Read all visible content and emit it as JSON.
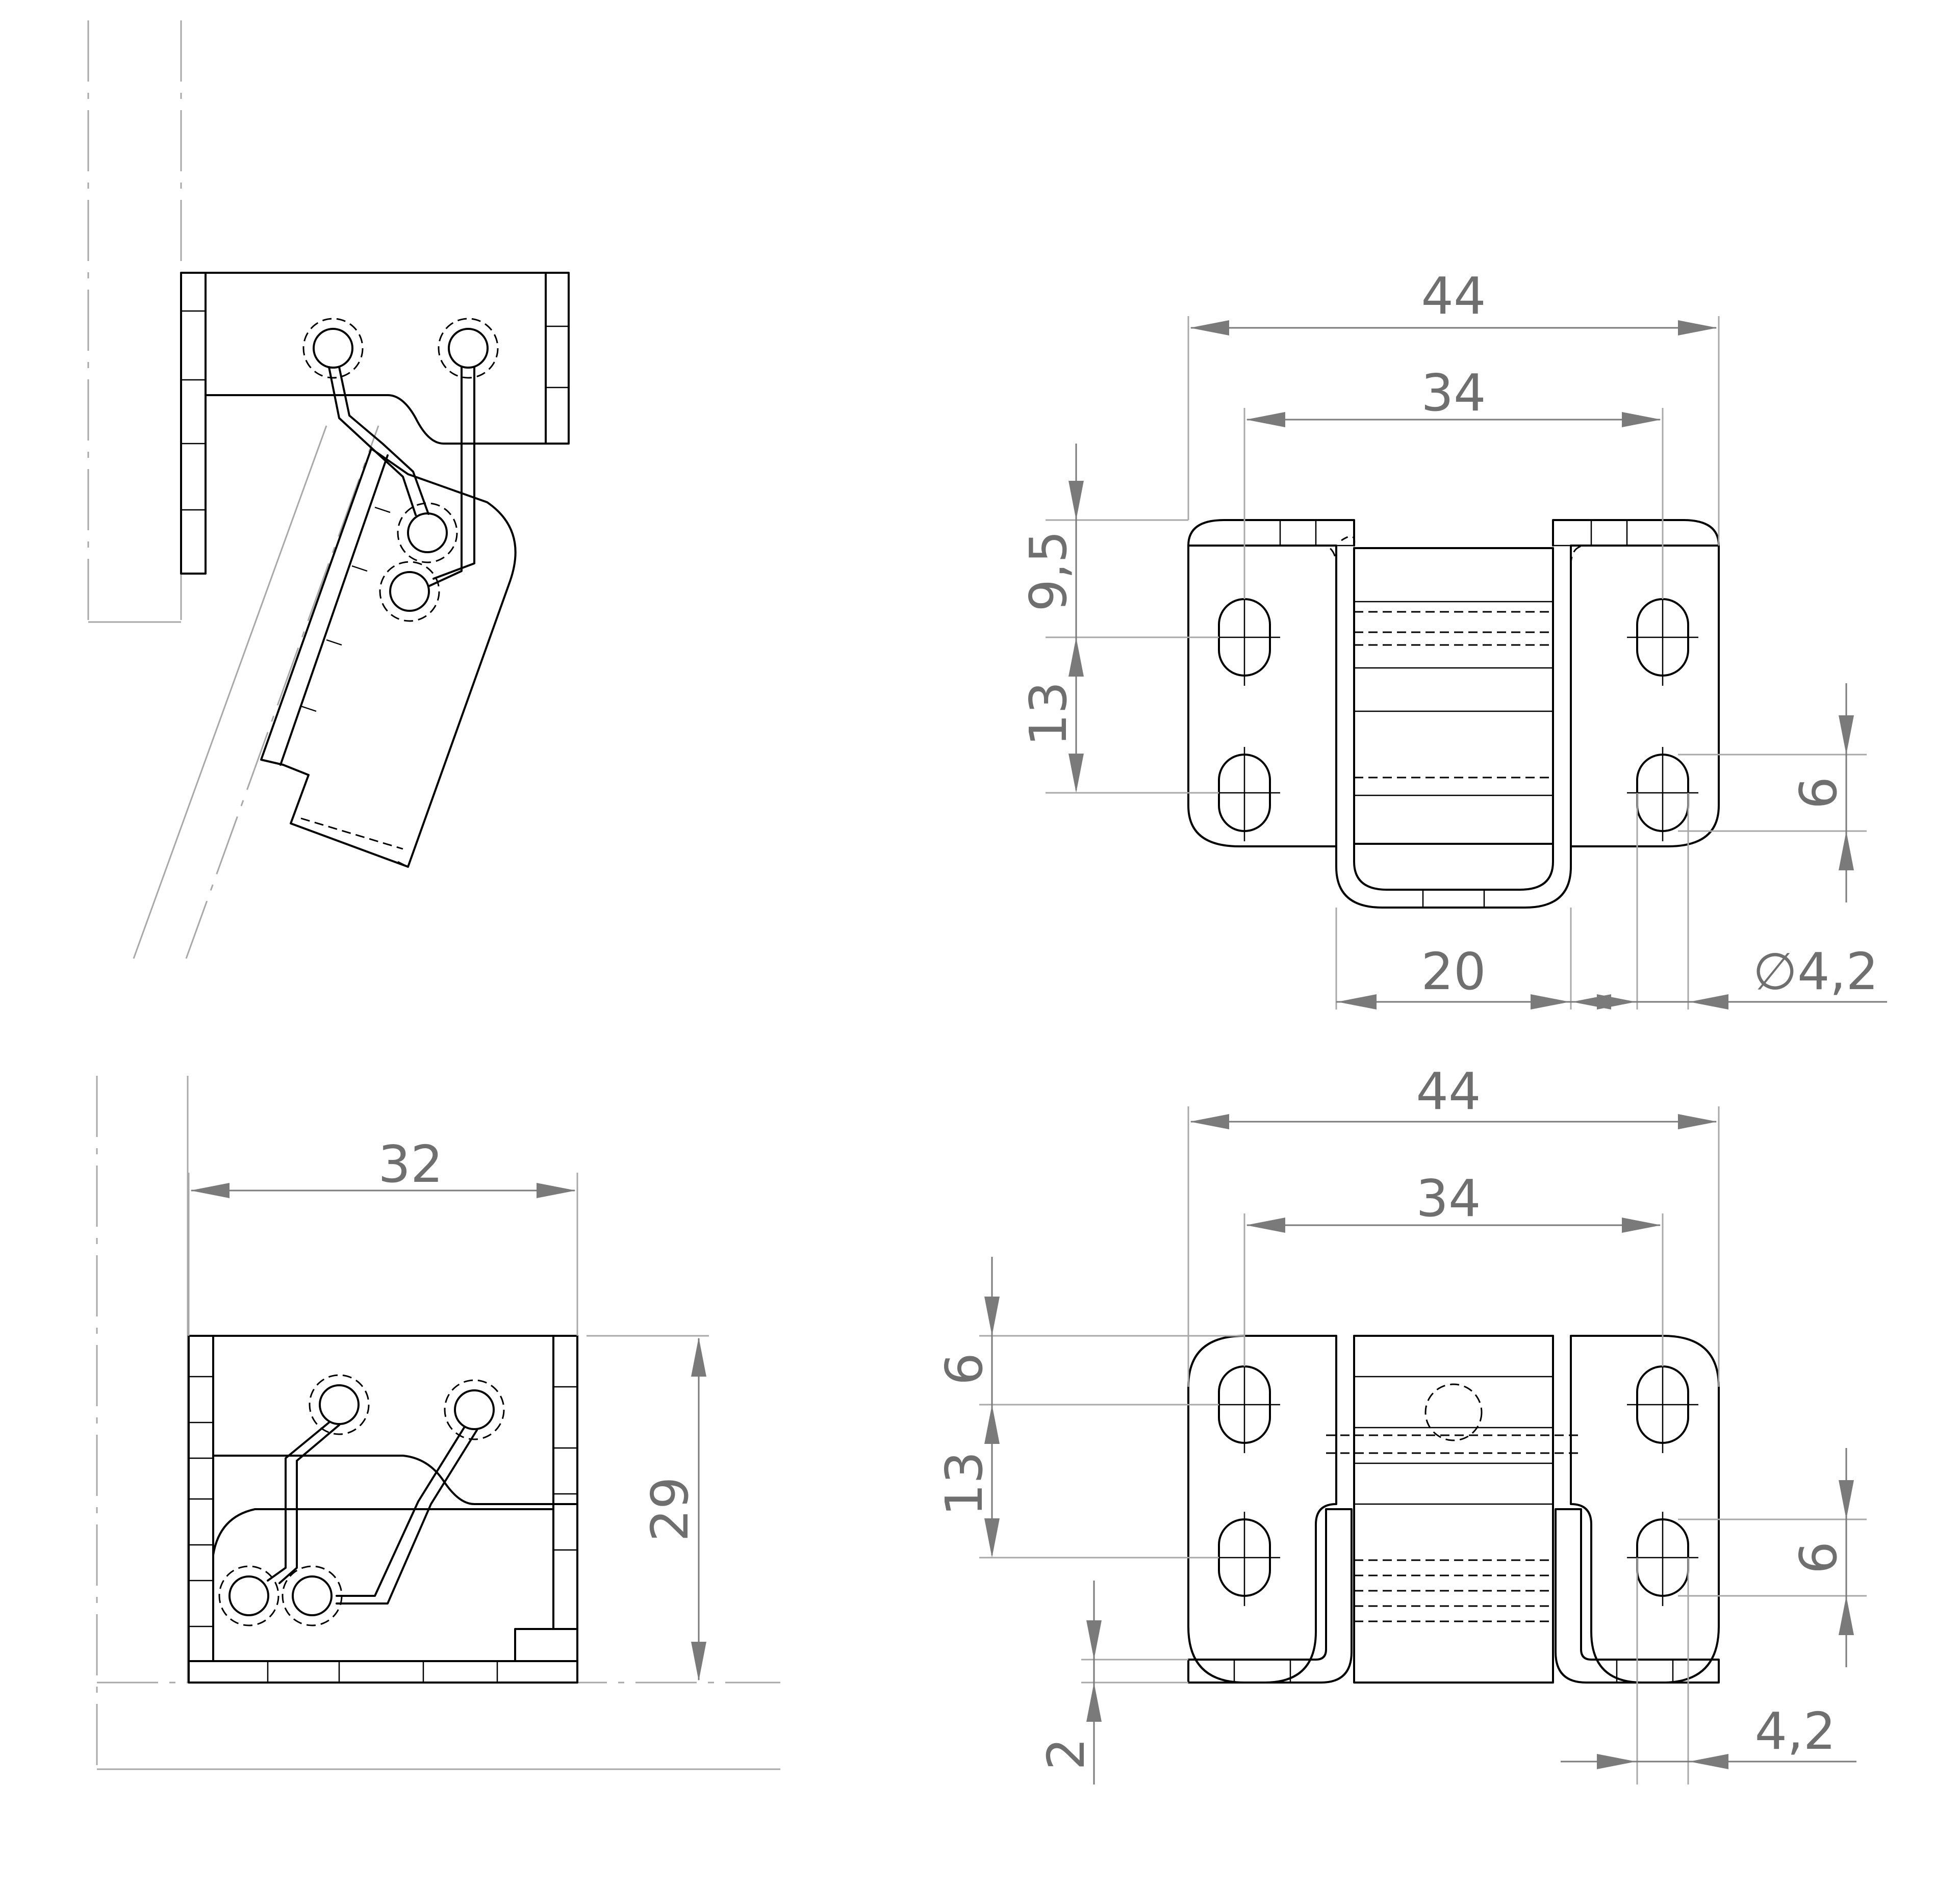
{
  "dimensions": {
    "top_right": {
      "width_overall": "44",
      "hole_spacing_x": "34",
      "edge_to_hole_y": "9,5",
      "hole_spacing_y": "13",
      "slot_length": "6",
      "barrel_width": "20",
      "hole_diameter": "∅4,2"
    },
    "bottom_left": {
      "depth": "32",
      "height": "29"
    },
    "bottom_right": {
      "width_overall": "44",
      "hole_spacing_x": "34",
      "edge_to_hole_y": "6",
      "hole_spacing_y": "13",
      "slot_length": "6",
      "thickness": "2",
      "hole_diameter": "4,2"
    }
  }
}
